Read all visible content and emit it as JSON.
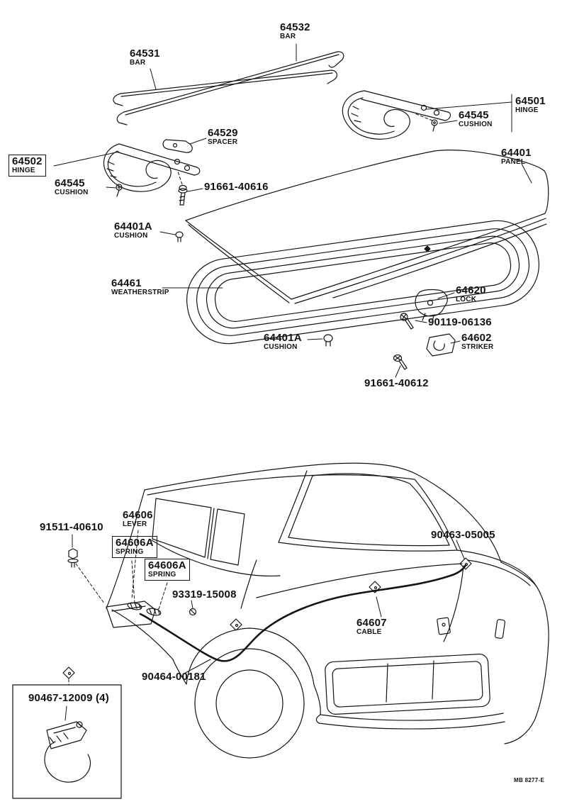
{
  "page": {
    "background": "#ffffff",
    "ink": "#141414",
    "footer_code": "MB 8277-E"
  },
  "callouts": {
    "bar_upper": {
      "number": "64532",
      "name": "BAR"
    },
    "bar_lower": {
      "number": "64531",
      "name": "BAR"
    },
    "hinge_rh": {
      "number": "64501",
      "name": "HINGE"
    },
    "cushion_rh": {
      "number": "64545",
      "name": "CUSHION"
    },
    "spacer": {
      "number": "64529",
      "name": "SPACER"
    },
    "hinge_lh": {
      "number": "64502",
      "name": "HINGE"
    },
    "cushion_lh": {
      "number": "64545",
      "name": "CUSHION"
    },
    "hinge_bolt": {
      "number": "91661-40616"
    },
    "panel": {
      "number": "64401",
      "name": "PANEL"
    },
    "cushion_a1": {
      "number": "64401A",
      "name": "CUSHION"
    },
    "weatherstrip": {
      "number": "64461",
      "name": "WEATHERSTRIP"
    },
    "lock": {
      "number": "64620",
      "name": "LOCK"
    },
    "lock_bolt": {
      "number": "90119-06136"
    },
    "cushion_a2": {
      "number": "64401A",
      "name": "CUSHION"
    },
    "striker": {
      "number": "64602",
      "name": "STRIKER"
    },
    "striker_screw": {
      "number": "91661-40612"
    },
    "lever_bolt": {
      "number": "91511-40610"
    },
    "lever": {
      "number": "64606",
      "name": "LEVER"
    },
    "spring_1": {
      "number": "64606A",
      "name": "SPRING"
    },
    "spring_2": {
      "number": "64606A",
      "name": "SPRING"
    },
    "lever_screw": {
      "number": "93319-15008"
    },
    "cable_clip": {
      "number": "90463-05005"
    },
    "cable": {
      "number": "64607",
      "name": "CABLE"
    },
    "cable_clamp": {
      "number": "90464-00181"
    },
    "clip_detail": {
      "number": "90467-12009 (4)"
    }
  }
}
